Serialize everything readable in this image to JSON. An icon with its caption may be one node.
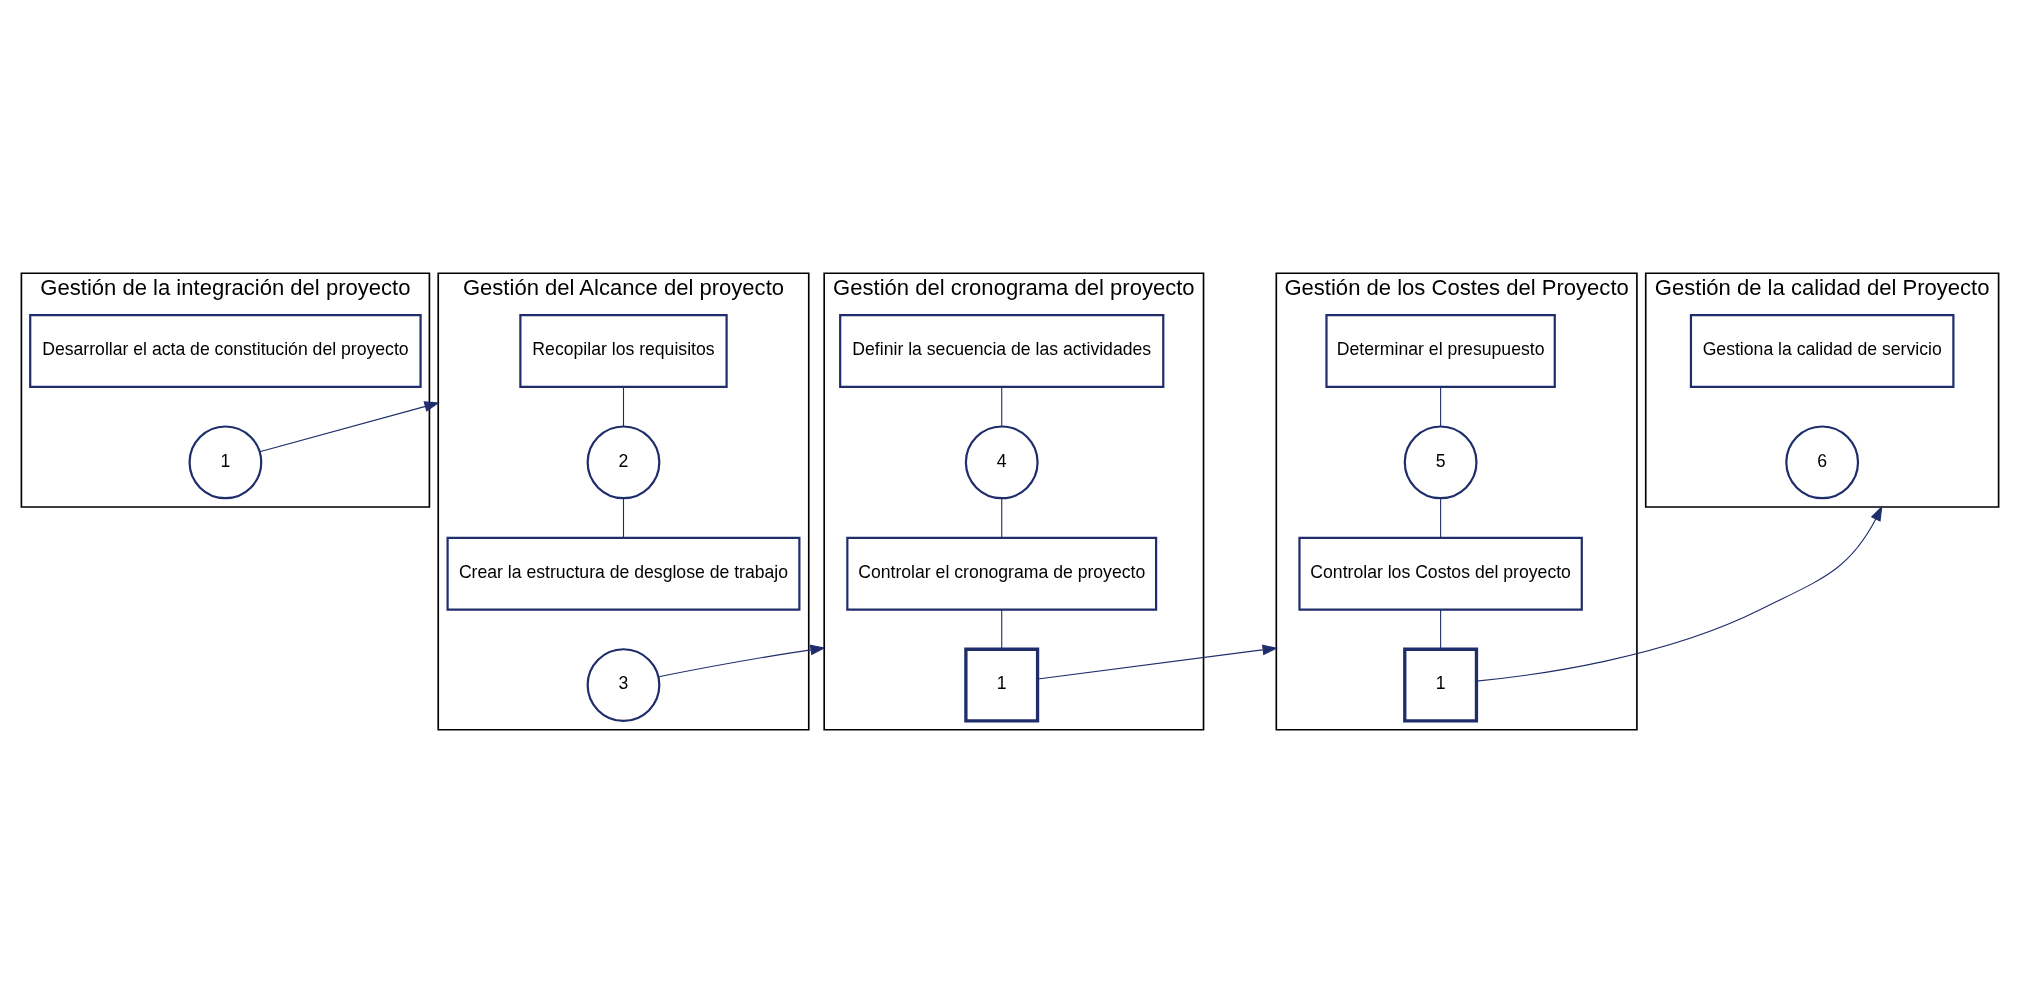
{
  "diagram": {
    "nodes": [
      {
        "text": [
          "Gestión de la integración del proyecto"
        ]
      },
      {
        "text": [
          "Desarrollar el acta de constitución del proyecto"
        ],
        "in": 0
      },
      {
        "text": [
          "1"
        ],
        "in": 0
      },
      {
        "text": [
          "Gestión del Alcance del proyecto"
        ]
      },
      {
        "text": [
          "Recopilar los requisitos"
        ],
        "in": 3
      },
      {
        "text": [
          "2"
        ],
        "in": 3
      },
      {
        "text": [
          "Crear la estructura de desglose de trabajo"
        ],
        "in": 3
      },
      {
        "text": [
          "3"
        ],
        "in": 3
      },
      {
        "text": [
          "Gestión del cronograma del proyecto"
        ]
      },
      {
        "text": [
          "Definir la secuencia de las actividades"
        ],
        "in": 8
      },
      {
        "text": [
          "4"
        ],
        "in": 8
      },
      {
        "text": [
          "Controlar el cronograma de proyecto"
        ],
        "in": 8
      },
      {
        "text": [
          "1"
        ],
        "in": 8
      },
      {
        "text": [
          "Gestión de los Costes del Proyecto"
        ]
      },
      {
        "text": [
          "Determinar el presupuesto"
        ],
        "in": 13
      },
      {
        "text": [
          "5"
        ],
        "in": 13
      },
      {
        "text": [
          "Controlar los Costos del proyecto"
        ],
        "in": 13
      },
      {
        "text": [
          "1"
        ],
        "in": 13
      },
      {
        "text": [
          "Gestión de la calidad del Proyecto"
        ]
      },
      {
        "text": [
          "Gestiona la calidad de servicio"
        ],
        "in": 18
      },
      {
        "text": [
          "6"
        ],
        "in": 18
      }
    ],
    "edges": [
      {
        "from": 2,
        "to": 3,
        "arrow": "to"
      },
      {
        "from": 4,
        "to": 5,
        "arrow": "none"
      },
      {
        "from": 5,
        "to": 6,
        "arrow": "none"
      },
      {
        "from": 7,
        "to": 8,
        "arrow": "to"
      },
      {
        "from": 9,
        "to": 10,
        "arrow": "none"
      },
      {
        "from": 10,
        "to": 11,
        "arrow": "none"
      },
      {
        "from": 11,
        "to": 12,
        "arrow": "none"
      },
      {
        "from": 12,
        "to": 13,
        "arrow": "to"
      },
      {
        "from": 14,
        "to": 15,
        "arrow": "none"
      },
      {
        "from": 15,
        "to": 16,
        "arrow": "none"
      },
      {
        "from": 16,
        "to": 17,
        "arrow": "none"
      },
      {
        "from": 17,
        "to": 18,
        "arrow": "to"
      }
    ]
  }
}
